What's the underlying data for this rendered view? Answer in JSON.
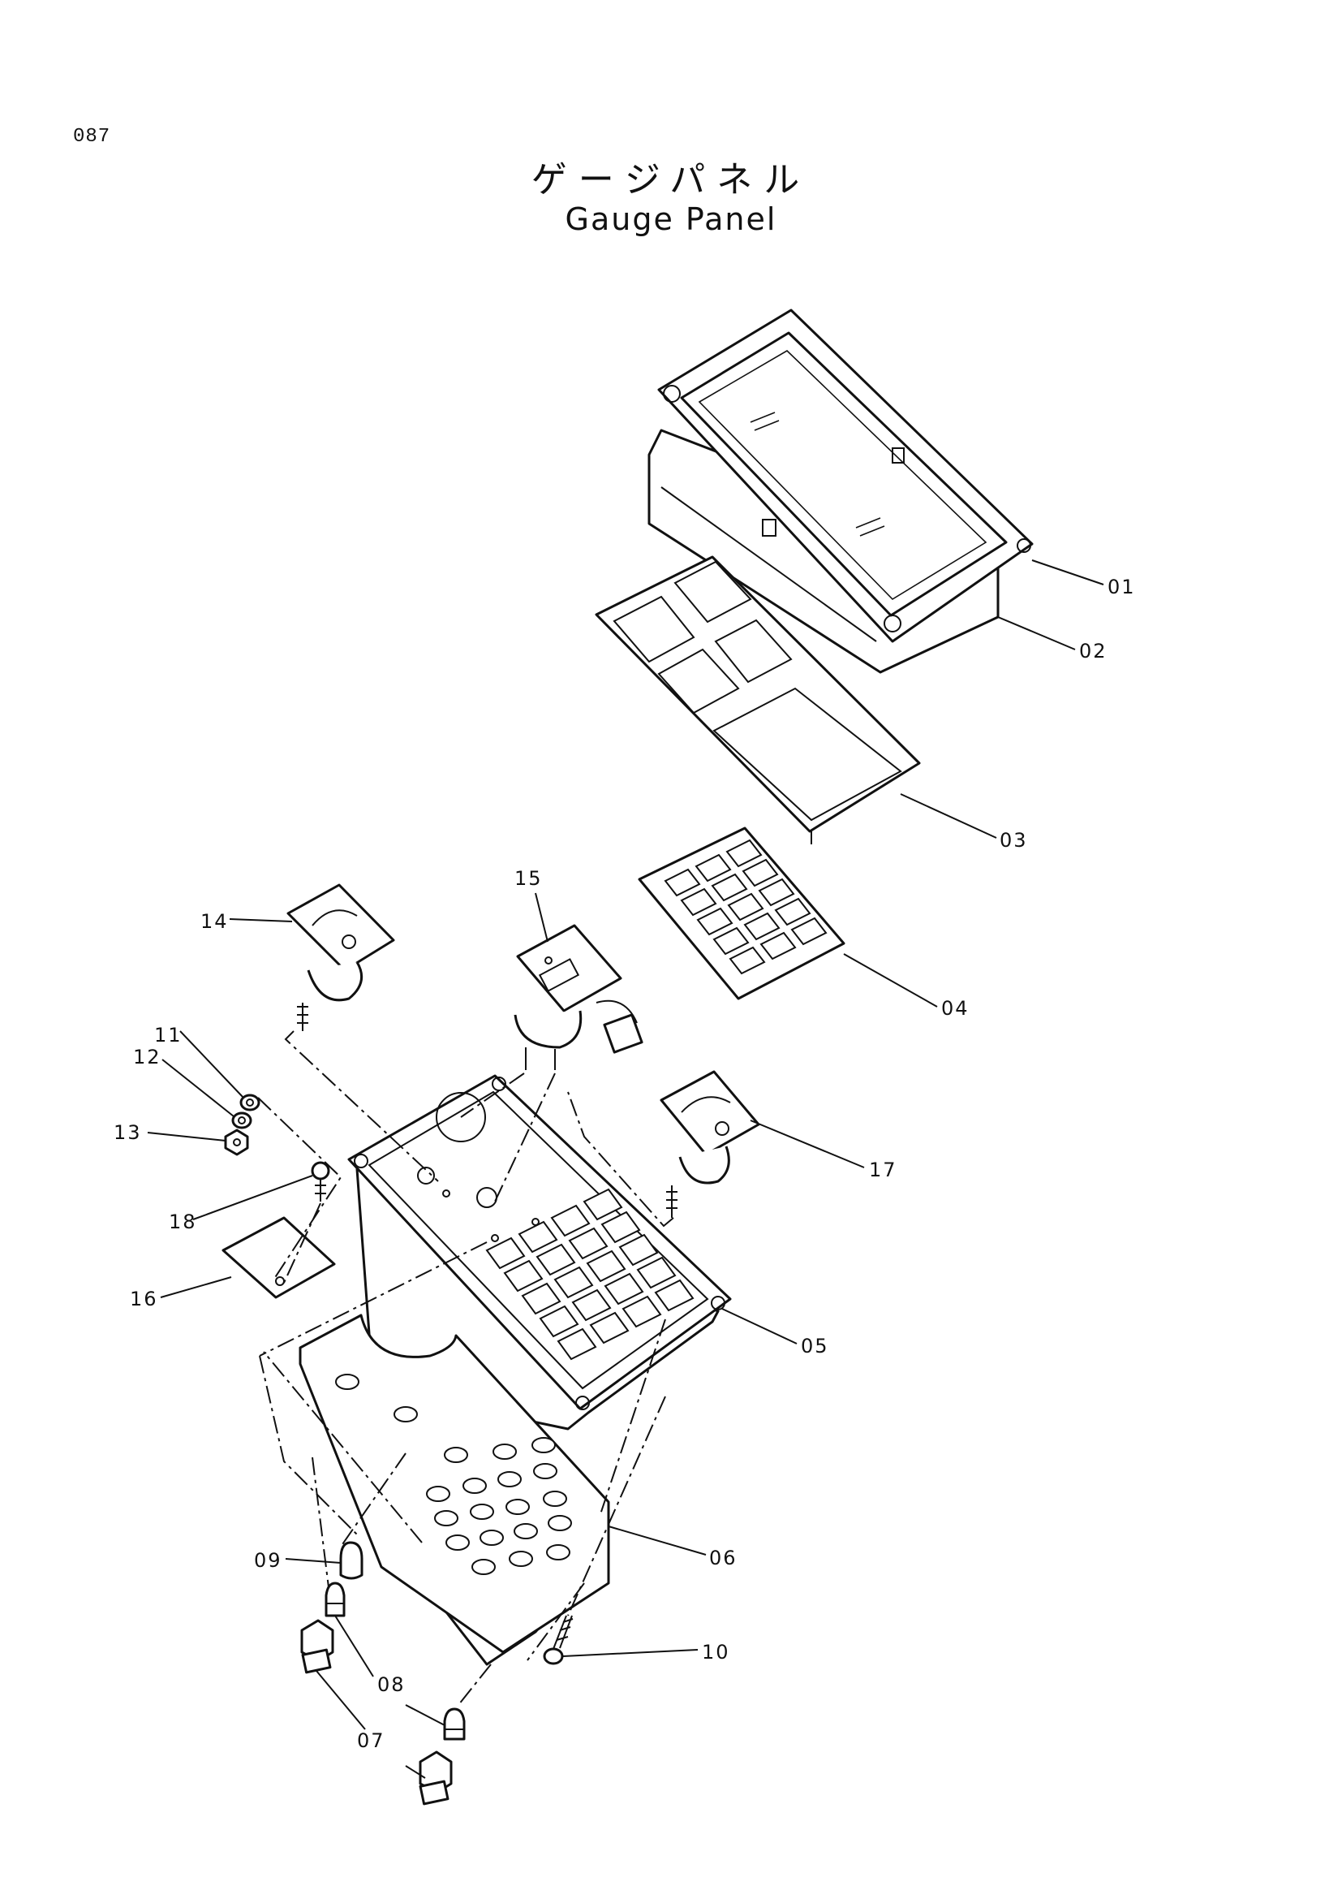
{
  "page_number": "087",
  "title_jp": "ゲージパネル",
  "title_en": "Gauge Panel",
  "callouts": [
    {
      "id": "01",
      "label": "01"
    },
    {
      "id": "02",
      "label": "02"
    },
    {
      "id": "03",
      "label": "03"
    },
    {
      "id": "04",
      "label": "04"
    },
    {
      "id": "05",
      "label": "05"
    },
    {
      "id": "06",
      "label": "06"
    },
    {
      "id": "07",
      "label": "07"
    },
    {
      "id": "08",
      "label": "08"
    },
    {
      "id": "09",
      "label": "09"
    },
    {
      "id": "10",
      "label": "10"
    },
    {
      "id": "11",
      "label": "11"
    },
    {
      "id": "12",
      "label": "12"
    },
    {
      "id": "13",
      "label": "13"
    },
    {
      "id": "14",
      "label": "14"
    },
    {
      "id": "15",
      "label": "15"
    },
    {
      "id": "16",
      "label": "16"
    },
    {
      "id": "17",
      "label": "17"
    },
    {
      "id": "18",
      "label": "18"
    }
  ]
}
